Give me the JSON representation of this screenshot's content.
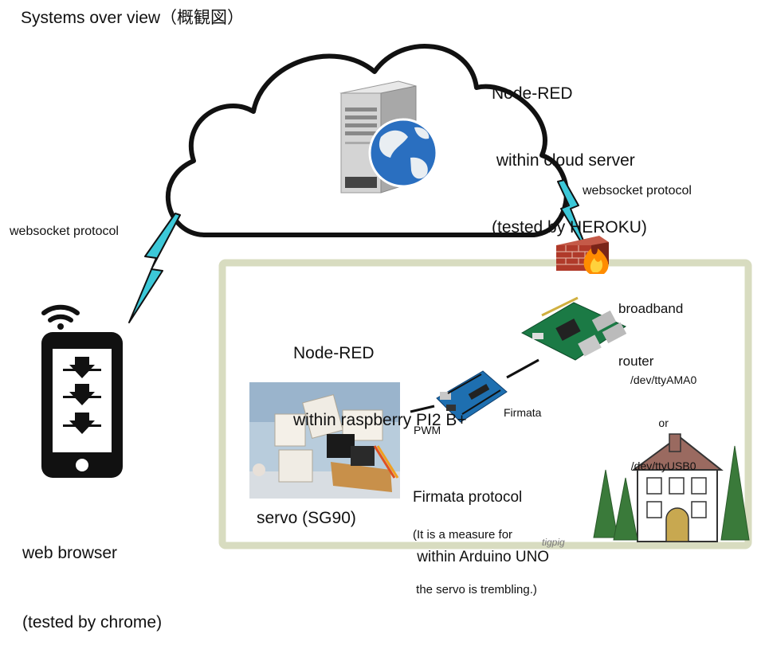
{
  "title": "Systems over view（概観図）",
  "cloud_server": {
    "line1": "Node-RED",
    "line2": " within cloud server",
    "line3": "(tested by HEROKU)"
  },
  "websocket_left": "websocket protocol",
  "websocket_right": "websocket protocol",
  "router": {
    "line1": "broadband",
    "line2": "router"
  },
  "raspberry": {
    "line1": "Node-RED",
    "line2": "within raspberry PI2 B+"
  },
  "serial": {
    "line1": "/dev/ttyAMA0",
    "line2": "or",
    "line3": "/dev/ttyUSB0"
  },
  "firmata_label": "Firmata",
  "pwm_label": "PWM",
  "arduino": {
    "line1": "Firmata protocol",
    "line2": " within Arduino UNO",
    "note1": "(It is a measure for",
    "note2": " the servo is trembling.)"
  },
  "servo_label": "servo (SG90)",
  "browser": {
    "line1": "web browser",
    "line2": "(tested by chrome)"
  },
  "signature": "tigpig",
  "colors": {
    "lightning": "#3cc8d8",
    "home_border": "#d8dcc0",
    "cloud_stroke": "#111111",
    "phone": "#111111",
    "globe": "#2a6fc0",
    "pcb": "#1b7a45",
    "arduino": "#1e6fb0",
    "brick": "#b03a2a",
    "flame": "#ff8c00",
    "wood": "#c8904a",
    "roof": "#9a6a60",
    "tree": "#3a7a3a"
  },
  "icons": [
    "cloud-shape",
    "server-icon",
    "globe-icon",
    "lightning-icon",
    "firewall-icon",
    "raspberry-pi-board",
    "arduino-board",
    "servo-photo",
    "smartphone-icon",
    "wifi-icon",
    "download-arrow-icon",
    "house-illustration",
    "tree-icon"
  ]
}
